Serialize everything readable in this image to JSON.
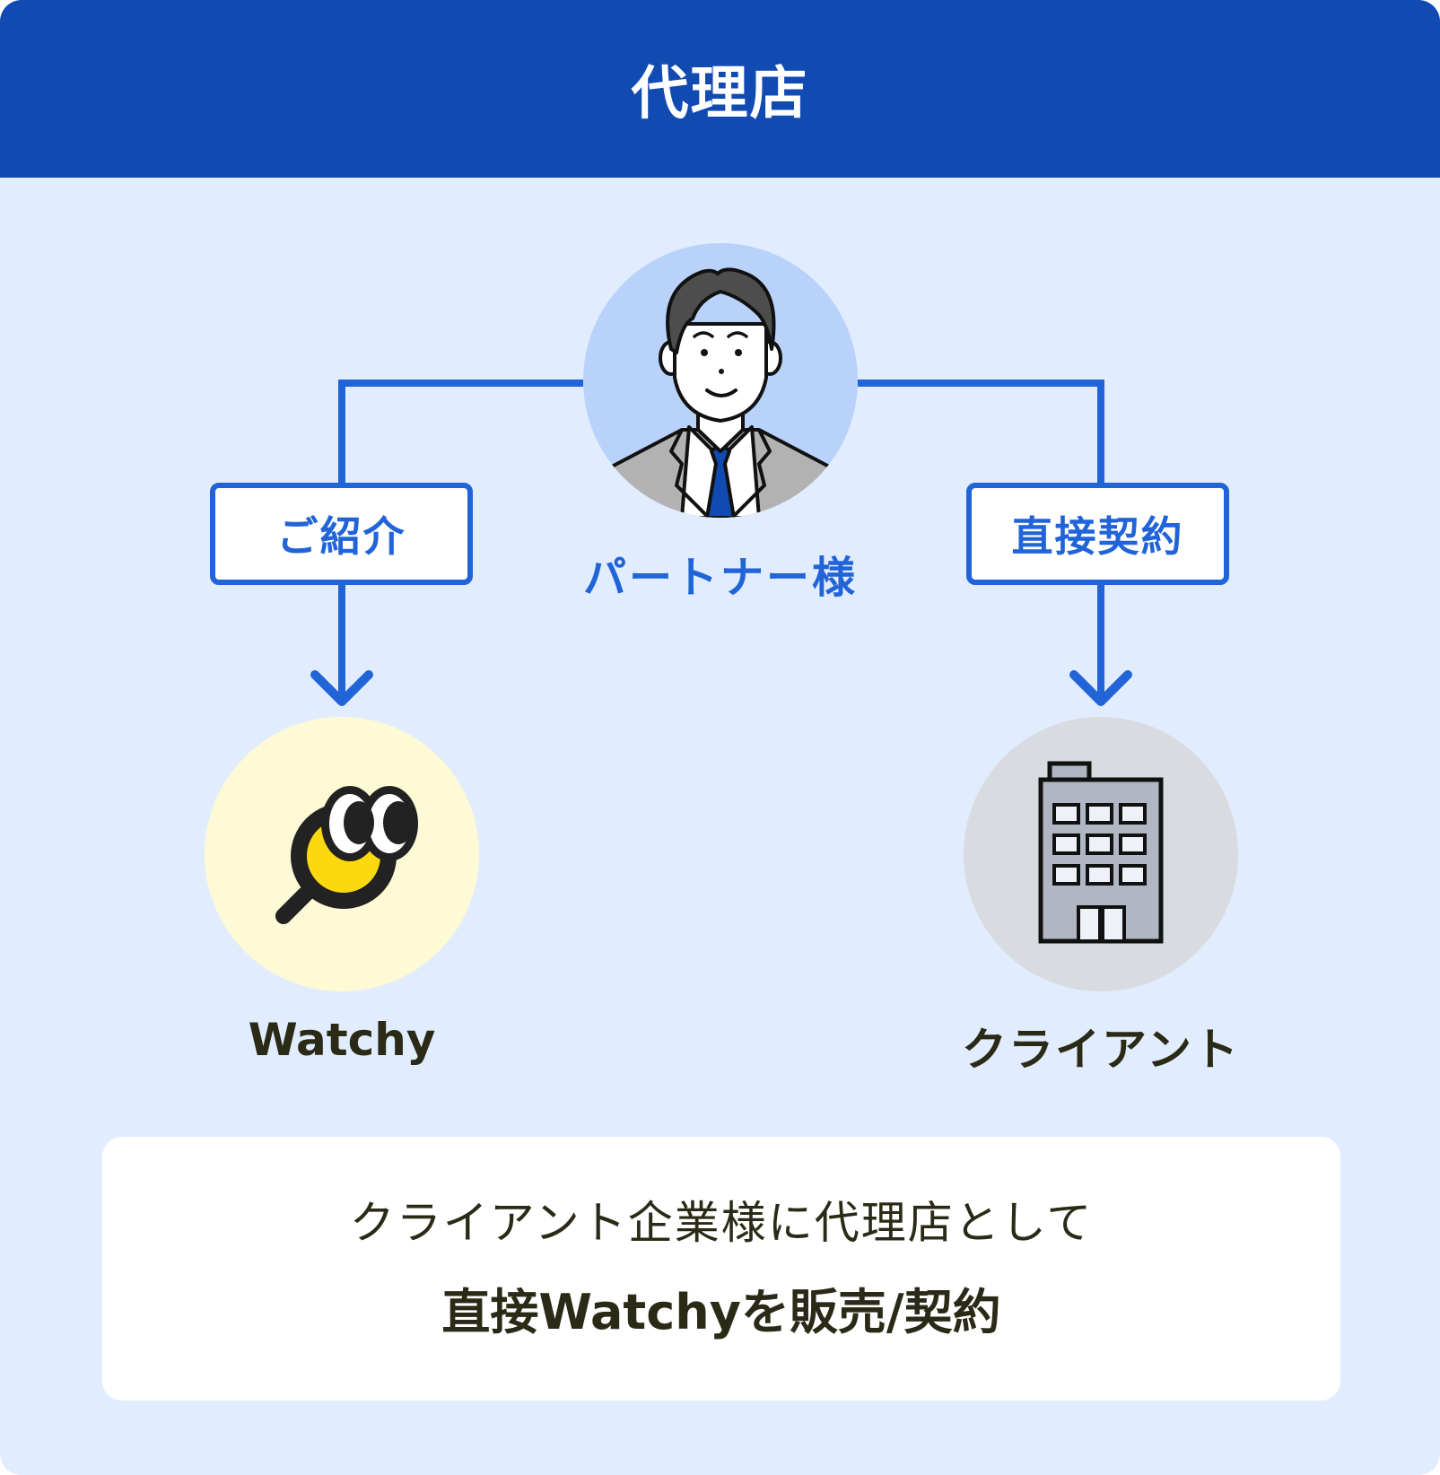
{
  "header": {
    "title": "代理店"
  },
  "partner": {
    "label": "パートナー様",
    "icon": "businessman-avatar-icon"
  },
  "flows": [
    {
      "label": "ご紹介",
      "direction": "partner-to-watchy"
    },
    {
      "label": "直接契約",
      "direction": "partner-to-client"
    }
  ],
  "watchy": {
    "label": "Watchy",
    "icon": "watchy-magnifier-mascot-icon"
  },
  "client": {
    "label": "クライアント",
    "icon": "office-building-icon"
  },
  "summary": {
    "line1": "クライアント企業様に代理店として",
    "line2": "直接Watchyを販売/契約"
  },
  "colors": {
    "header_bg": "#114bb2",
    "background": "#e1edfe",
    "accent_blue": "#2164d8",
    "partner_circle": "#b9d2fb",
    "watchy_circle": "#fefad5",
    "client_circle": "#d8dbe0",
    "text_dark": "#2b2a17",
    "mascot_yellow": "#fcd80f"
  }
}
